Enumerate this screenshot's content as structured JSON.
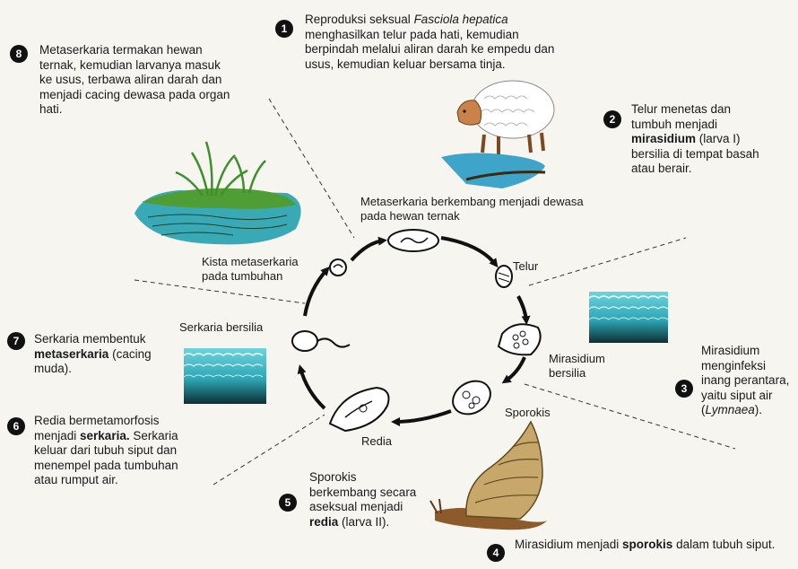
{
  "steps": [
    {
      "num": "1",
      "a": "Reproduksi seksual ",
      "i": "Fasciola hepatica",
      "b": "menghasilkan telur pada hati, kemudian berpindah melalui aliran darah ke empedu dan usus, kemudian keluar bersama tinja."
    },
    {
      "num": "2",
      "a": "Telur menetas dan tumbuh menjadi ",
      "bold": "mirasidium",
      "b": " (larva I) bersilia di tempat basah atau berair."
    },
    {
      "num": "3",
      "a": "Mirasidium menginfeksi inang perantara, yaitu siput air (",
      "i": "Lymnaea",
      "b": ")."
    },
    {
      "num": "4",
      "a": "Mirasidium menjadi ",
      "bold": "sporokis",
      "b": " dalam tubuh siput."
    },
    {
      "num": "5",
      "a": "Sporokis berkembang secara aseksual menjadi ",
      "bold": "redia",
      "b": " (larva II)."
    },
    {
      "num": "6",
      "a": "Redia bermetamorfosis menjadi ",
      "bold": "serkaria.",
      "b": " Serkaria keluar dari tubuh siput dan menempel pada tumbuhan atau rumput air."
    },
    {
      "num": "7",
      "a": "Serkaria membentuk ",
      "bold": "metaserkaria",
      "b": " (cacing muda)."
    },
    {
      "num": "8",
      "a": "Metaserkaria termakan hewan ternak, kemudian larvanya masuk ke usus, terbawa aliran darah dan menjadi cacing dewasa pada organ hati."
    }
  ],
  "cycle_labels": {
    "adult": "Metaserkaria berkembang menjadi dewasa pada hewan ternak",
    "telur": "Telur",
    "mirasidium": "Mirasidium bersilia",
    "sporokis": "Sporokis",
    "redia": "Redia",
    "serkaria": "Serkaria bersilia",
    "kista": "Kista metaserkaria pada tumbuhan"
  },
  "colors": {
    "water": "#3fb7c4",
    "water_dark": "#0f3b3f",
    "grass": "#5aa63c",
    "ink": "#1a1a1a",
    "sheep_wool": "#ffffff",
    "sheep_face": "#c9834a",
    "snail_shell": "#c8a86a"
  }
}
